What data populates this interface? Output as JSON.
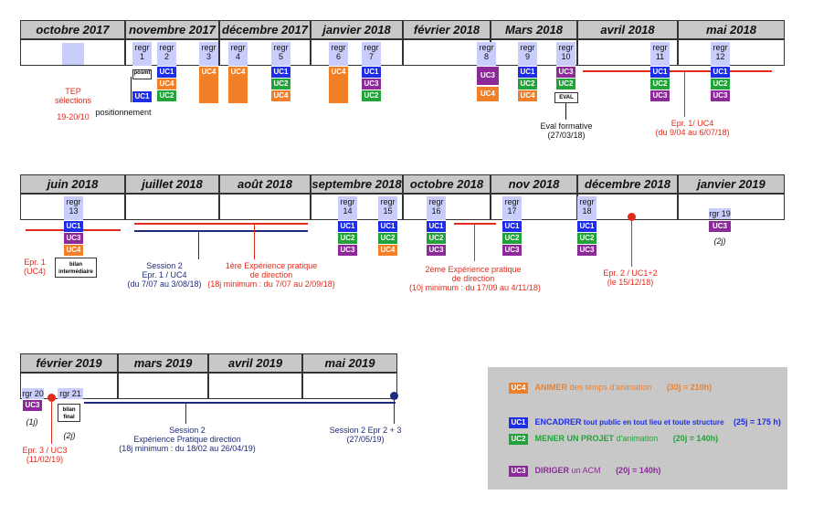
{
  "row1": {
    "months": [
      "octobre 2017",
      "novembre 2017",
      "décembre 2017",
      "janvier 2018",
      "février 2018",
      "Mars 2018",
      "avril 2018",
      "mai 2018"
    ],
    "regr": [
      {
        "a": "regr",
        "b": "1"
      },
      {
        "a": "regr",
        "b": "2"
      },
      {
        "a": "regr",
        "b": "3"
      },
      {
        "a": "regr",
        "b": "4"
      },
      {
        "a": "regr",
        "b": "5"
      },
      {
        "a": "regr",
        "b": "6"
      },
      {
        "a": "regr",
        "b": "7"
      },
      {
        "a": "regr",
        "b": "8"
      },
      {
        "a": "regr",
        "b": "9"
      },
      {
        "a": "regr",
        "b": "10"
      },
      {
        "a": "regr",
        "b": "11"
      },
      {
        "a": "regr",
        "b": "12"
      }
    ],
    "tep": [
      "TEP",
      "sélections"
    ],
    "tep_dates": "19-20/10",
    "posmt": "posmt",
    "positionnement": "positionnement",
    "eval": "EVAL",
    "eval_formative": [
      "Eval formative",
      "(27/03/18)"
    ],
    "epr1": [
      "Epr. 1/ UC4",
      "(du 9/04 au 6/07/18)"
    ]
  },
  "row2": {
    "months": [
      "juin 2018",
      "juillet 2018",
      "août 2018",
      "septembre 2018",
      "octobre 2018",
      "nov 2018",
      "décembre 2018",
      "janvier 2019"
    ],
    "regr": [
      {
        "a": "regr",
        "b": "13"
      },
      {
        "a": "regr",
        "b": "14"
      },
      {
        "a": "regr",
        "b": "15"
      },
      {
        "a": "regr",
        "b": "16"
      },
      {
        "a": "regr",
        "b": "17"
      },
      {
        "a": "regr",
        "b": "18"
      },
      {
        "a": "rgr 19",
        "b": ""
      }
    ],
    "epr1": [
      "Epr. 1",
      "(UC4)"
    ],
    "bilan": [
      "bilan",
      "intermédiaire"
    ],
    "session2": [
      "Session 2",
      "Epr. 1 / UC4",
      "(du 7/07 au 3/08/18)"
    ],
    "exp1": [
      "1ère Expérience pratique",
      "de direction",
      "(18j minimum : du 7/07 au 2/09/18)"
    ],
    "exp2": [
      "2ème Expérience pratique",
      "de direction",
      "(10j minimum : du 17/09 au 4/11/18)"
    ],
    "epr2": [
      "Epr. 2 / UC1+2",
      "(le 15/12/18)"
    ],
    "j2": "(2j)"
  },
  "row3": {
    "months": [
      "février 2019",
      "mars 2019",
      "avril 2019",
      "mai 2019"
    ],
    "rgr20": "rgr 20",
    "rgr21": "rgr 21",
    "bilan": [
      "bilan",
      "final"
    ],
    "j1": "(1j)",
    "j2": "(2j)",
    "epr3": [
      "Epr. 3 / UC3",
      "(11/02/19)"
    ],
    "session2": [
      "Session 2",
      "Expérience Pratique direction",
      "(18j minimum : du 18/02 au 26/04/19)"
    ],
    "session2b": [
      "Session 2  Epr 2 + 3",
      "(27/05/19)"
    ]
  },
  "legend": {
    "uc4": {
      "tag": "UC4",
      "title": "ANIMER",
      "rest": " des temps d'animation",
      "hours": "(30j = 210h)"
    },
    "uc1": {
      "tag": "UC1",
      "title": "ENCADRER",
      "rest": " tout public en tout lieu et toute structure",
      "hours": "(25j = 175 h)"
    },
    "uc2": {
      "tag": "UC2",
      "title": "MENER UN PROJET",
      "rest": " d'animation",
      "hours": "(20j = 140h)"
    },
    "uc3": {
      "tag": "UC3",
      "title": "DIRIGER",
      "rest": " un ACM",
      "hours": "(20j = 140h)"
    }
  },
  "colors": {
    "uc1": "#1e2ee6",
    "uc2": "#22a33a",
    "uc3": "#8d2a9a",
    "uc4": "#f07f28",
    "red": "#e42a1c",
    "navy": "#1e2b7a",
    "header": "#c8c8c8",
    "regr": "#c9cdfb"
  },
  "uc_labels": {
    "uc1": "UC1",
    "uc2": "UC2",
    "uc3": "UC3",
    "uc4": "UC4"
  }
}
